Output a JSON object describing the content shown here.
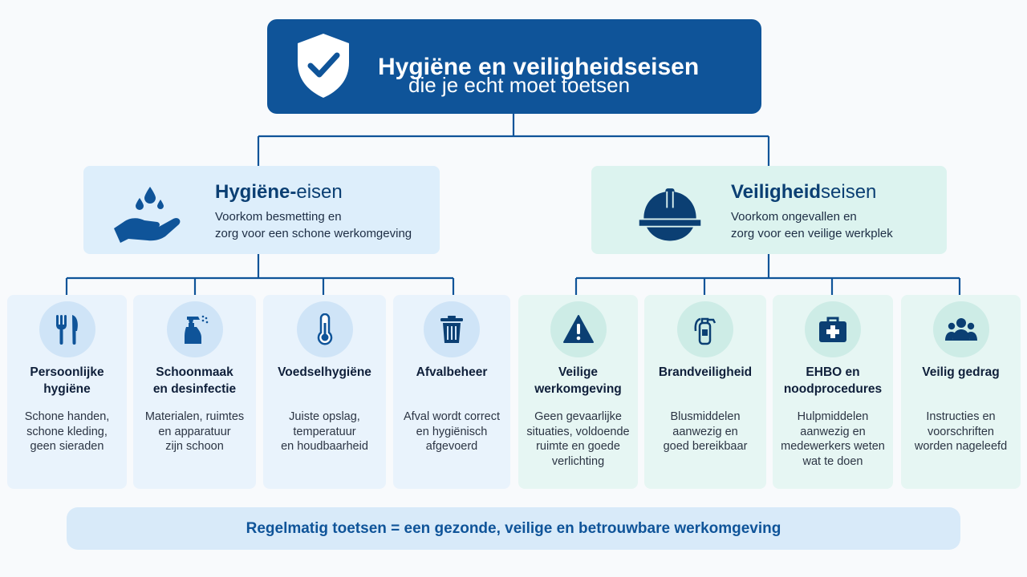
{
  "header": {
    "title": "Hygiëne en veiligheidseisen",
    "subtitle": "die je echt moet toetsen",
    "icon": "shield-check-icon"
  },
  "categories": {
    "hygiene": {
      "title_bold": "Hygiëne-",
      "title_rest": "eisen",
      "desc_line1": "Voorkom besmetting en",
      "desc_line2": "zorg voor een schone werkomgeving",
      "icon": "hand-water-drops-icon",
      "color": "#ddeefb"
    },
    "safety": {
      "title_bold": "Veiligheid",
      "title_rest": "seisen",
      "desc_line1": "Voorkom ongevallen en",
      "desc_line2": "zorg voor een veilige werkplek",
      "icon": "hard-hat-icon",
      "color": "#dcf3ef"
    }
  },
  "cards": [
    {
      "title_line1": "Persoonlijke",
      "title_line2": "hygiëne",
      "desc": [
        "Schone handen,",
        "schone kleding,",
        "geen sieraden"
      ],
      "icon": "fork-knife-icon"
    },
    {
      "title_line1": "Schoonmaak",
      "title_line2": "en desinfectie",
      "desc": [
        "Materialen, ruimtes",
        "en apparatuur",
        "zijn schoon"
      ],
      "icon": "spray-bottle-icon"
    },
    {
      "title_line1": "Voedselhygiëne",
      "title_line2": "",
      "desc": [
        "Juiste opslag,",
        "temperatuur",
        "en houdbaarheid"
      ],
      "icon": "thermometer-icon"
    },
    {
      "title_line1": "Afvalbeheer",
      "title_line2": "",
      "desc": [
        "Afval wordt correct",
        "en hygiënisch",
        "afgevoerd"
      ],
      "icon": "trash-can-icon"
    },
    {
      "title_line1": "Veilige",
      "title_line2": "werkomgeving",
      "desc": [
        "Geen gevaarlijke",
        "situaties, voldoende",
        "ruimte en goede",
        "verlichting"
      ],
      "icon": "warning-triangle-icon"
    },
    {
      "title_line1": "Brandveiligheid",
      "title_line2": "",
      "desc": [
        "Blusmiddelen",
        "aanwezig en",
        "goed bereikbaar"
      ],
      "icon": "fire-extinguisher-icon"
    },
    {
      "title_line1": "EHBO en",
      "title_line2": "noodprocedures",
      "desc": [
        "Hulpmiddelen",
        "aanwezig en",
        "medewerkers weten",
        "wat te doen"
      ],
      "icon": "first-aid-kit-icon"
    },
    {
      "title_line1": "Veilig gedrag",
      "title_line2": "",
      "desc": [
        "Instructies en",
        "voorschriften",
        "worden nageleefd"
      ],
      "icon": "group-people-icon"
    }
  ],
  "footer": {
    "text": "Regelmatig toetsen = een gezonde, veilige en betrouwbare werkomgeving"
  },
  "colors": {
    "primary": "#0f5499",
    "dark_icon": "#0b3f73",
    "connector": "#0f5499"
  }
}
